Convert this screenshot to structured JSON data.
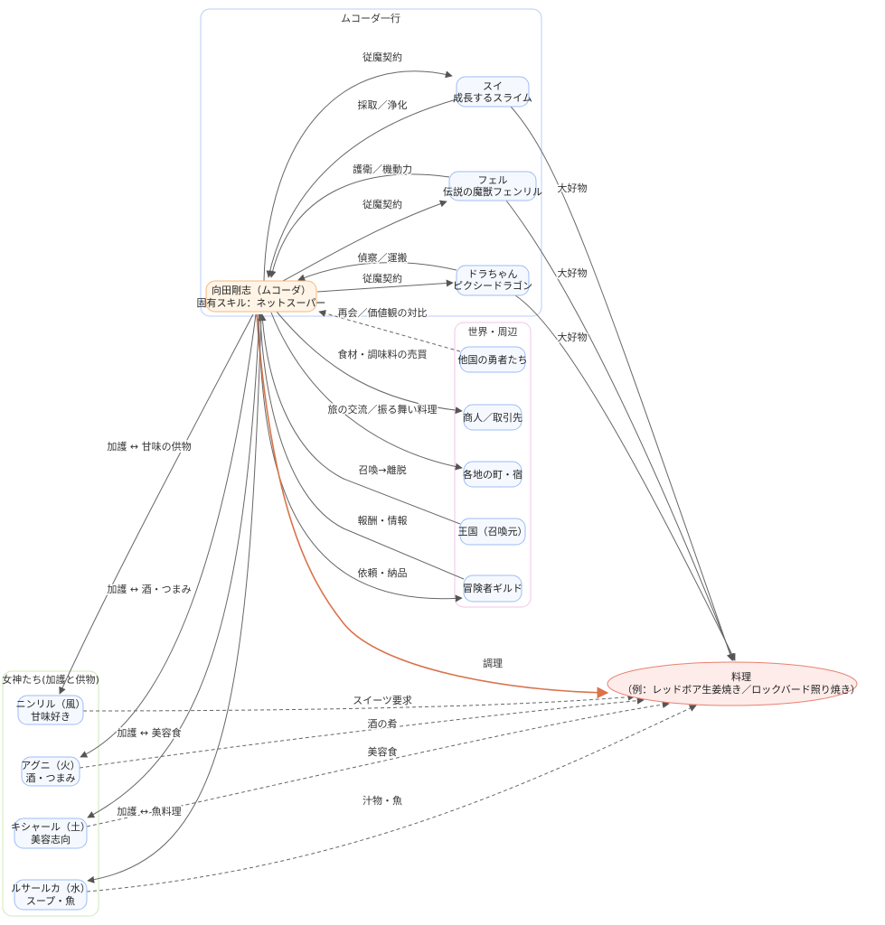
{
  "clusters": {
    "mukoda_party": "ムコーダ一行",
    "world": "世界・周辺",
    "goddesses": "女神たち(加護と供物)"
  },
  "nodes": {
    "mukoda": [
      "向田剛志（ムコーダ）",
      "固有スキル：ネットスーパー"
    ],
    "sui": [
      "スイ",
      "成長するスライム"
    ],
    "fel": [
      "フェル",
      "伝説の魔獣フェンリル"
    ],
    "dora": [
      "ドラちゃん",
      "ピクシードラゴン"
    ],
    "other_heroes": "他国の勇者たち",
    "merchants": "商人／取引先",
    "towns": "各地の町・宿",
    "kingdom": "王国（召喚元）",
    "guild": "冒険者ギルド",
    "ninril": [
      "ニンリル（風）",
      "甘味好き"
    ],
    "agni": [
      "アグニ（火）",
      "酒・つまみ"
    ],
    "kishar": [
      "キシャール（土）",
      "美容志向"
    ],
    "rusalka": [
      "ルサールカ（水）",
      "スープ・魚"
    ],
    "dish": [
      "料理",
      "（例：レッドボア生姜焼き／ロックバード照り焼き）"
    ]
  },
  "edges": {
    "to_sui": "従魔契約",
    "from_sui": "採取／浄化",
    "from_fel": "護衛／機動力",
    "to_fel": "従魔契約",
    "from_dora": "偵察／運搬",
    "to_dora": "従魔契約",
    "from_heroes": "再会／価値観の対比",
    "to_merchants": "食材・調味料の売買",
    "to_towns": "旅の交流／振る舞い料理",
    "from_kingdom": "召喚→離脱",
    "from_guild": "報酬・情報",
    "to_guild": "依頼・納品",
    "to_dish": "調理",
    "sui_dish": "大好物",
    "fel_dish": "大好物",
    "dora_dish": "大好物",
    "to_ninril": "加護 ↔ 甘味の供物",
    "to_agni": "加護 ↔ 酒・つまみ",
    "to_kishar": "加護 ↔ 美容食",
    "to_rusalka": "加護 ↔ 魚料理",
    "ninril_dish": "スイーツ要求",
    "agni_dish": "酒の肴",
    "kishar_dish": "美容食",
    "rusalka_dish": "汁物・魚"
  },
  "colors": {
    "edge": "#666666",
    "cook_edge": "#d9734a",
    "node_fill": "#f5f9ff",
    "node_stroke": "#9dbcf5",
    "mukoda_fill": "#fff4e6",
    "mukoda_stroke": "#f4b97c",
    "dish_fill": "#fdecea",
    "dish_stroke": "#e8806e"
  }
}
